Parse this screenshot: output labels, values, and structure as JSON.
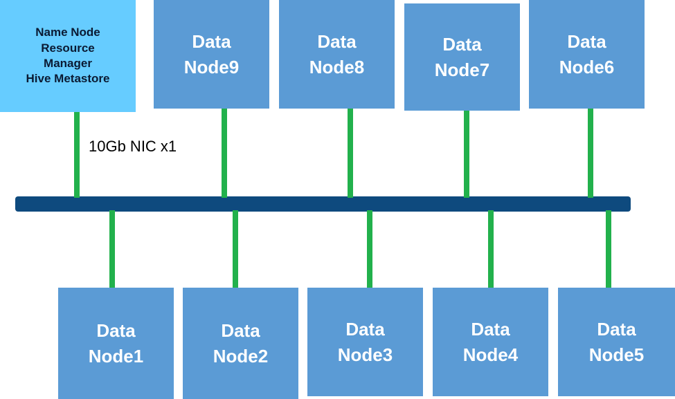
{
  "master": {
    "lines": [
      "Name Node",
      "Resource",
      "Manager",
      "Hive Metastore"
    ]
  },
  "nic_label": "10Gb NIC x1",
  "top_nodes": [
    {
      "line1": "Data",
      "line2": "Node9"
    },
    {
      "line1": "Data",
      "line2": "Node8"
    },
    {
      "line1": "Data",
      "line2": "Node7"
    },
    {
      "line1": "Data",
      "line2": "Node6"
    }
  ],
  "bottom_nodes": [
    {
      "line1": "Data",
      "line2": "Node1"
    },
    {
      "line1": "Data",
      "line2": "Node2"
    },
    {
      "line1": "Data",
      "line2": "Node3"
    },
    {
      "line1": "Data",
      "line2": "Node4"
    },
    {
      "line1": "Data",
      "line2": "Node5"
    }
  ],
  "colors": {
    "node": "#5b9bd5",
    "master": "#66ccff",
    "bus": "#0e4a7e",
    "link": "#22b14c"
  }
}
